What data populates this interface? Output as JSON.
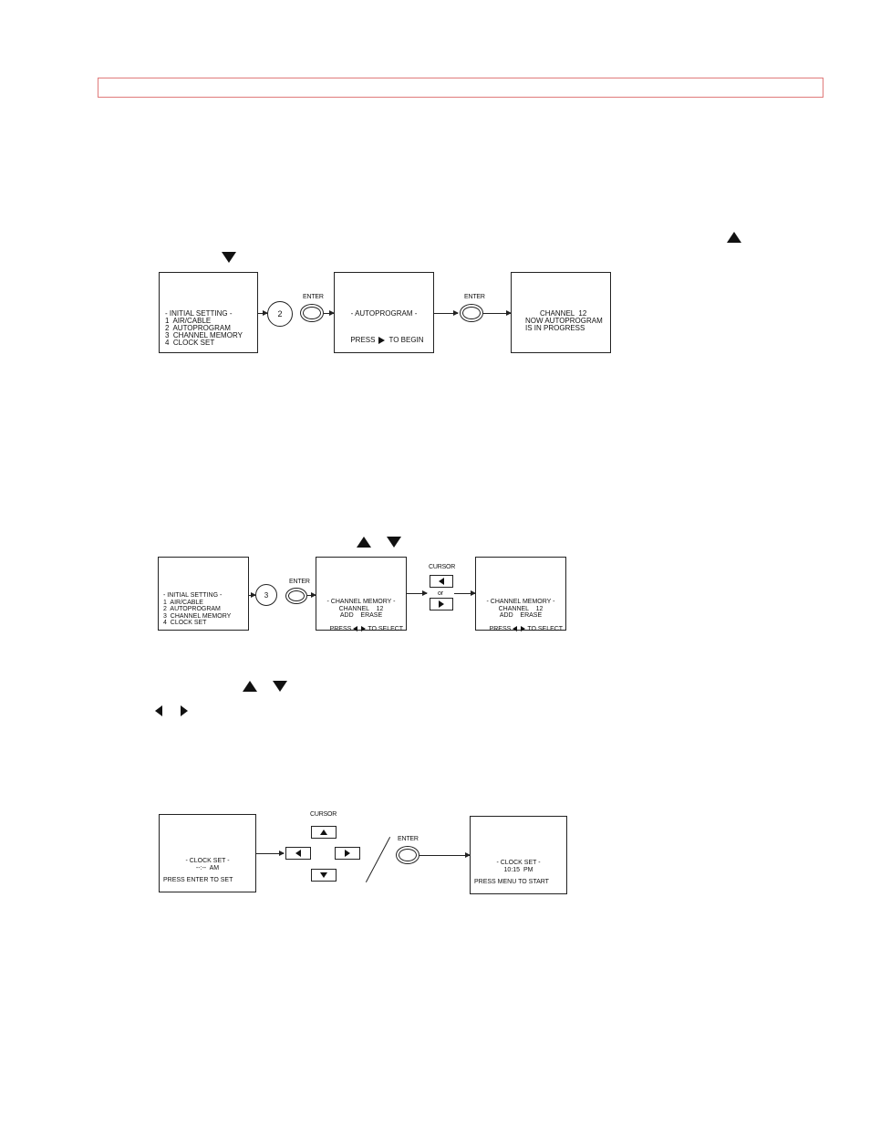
{
  "diagram1": {
    "screen1": [
      "- INITIAL SETTING -",
      "1  AIR/CABLE",
      "2  AUTOPROGRAM",
      "3  CHANNEL MEMORY",
      "4  CLOCK SET"
    ],
    "button_num": "2",
    "enter_label_1": "ENTER",
    "screen2_title": "- AUTOPROGRAM -",
    "screen2_press": "PRESS",
    "screen2_begin": "TO BEGIN",
    "enter_label_2": "ENTER",
    "screen3": [
      "CHANNEL  12",
      "",
      "NOW AUTOPROGRAM",
      "IS IN PROGRESS"
    ]
  },
  "diagram2": {
    "screen1": [
      "- INITIAL SETTING -",
      "1  AIR/CABLE",
      "2  AUTOPROGRAM",
      "3  CHANNEL MEMORY",
      "4  CLOCK SET"
    ],
    "button_num": "3",
    "enter_label": "ENTER",
    "screen2_title": "- CHANNEL MEMORY -",
    "screen2_channel": "CHANNEL    12",
    "screen2_add_erase": "ADD    ERASE",
    "screen2_press": "PRESS",
    "screen2_select": "TO SELECT",
    "cursor_label": "CURSOR",
    "or_label": "or",
    "screen3_title": "- CHANNEL MEMORY -",
    "screen3_channel": "CHANNEL    12",
    "screen3_add_erase": "ADD    ERASE",
    "screen3_press": "PRESS",
    "screen3_select": "TO SELECT"
  },
  "diagram3": {
    "screen1_title": "- CLOCK SET -",
    "screen1_time": "--:--  AM",
    "screen1_footer": "PRESS ENTER TO SET",
    "cursor_label": "CURSOR",
    "enter_label": "ENTER",
    "screen2_title": "- CLOCK SET -",
    "screen2_time": "10:15  PM",
    "screen2_footer": "PRESS MENU TO START"
  }
}
